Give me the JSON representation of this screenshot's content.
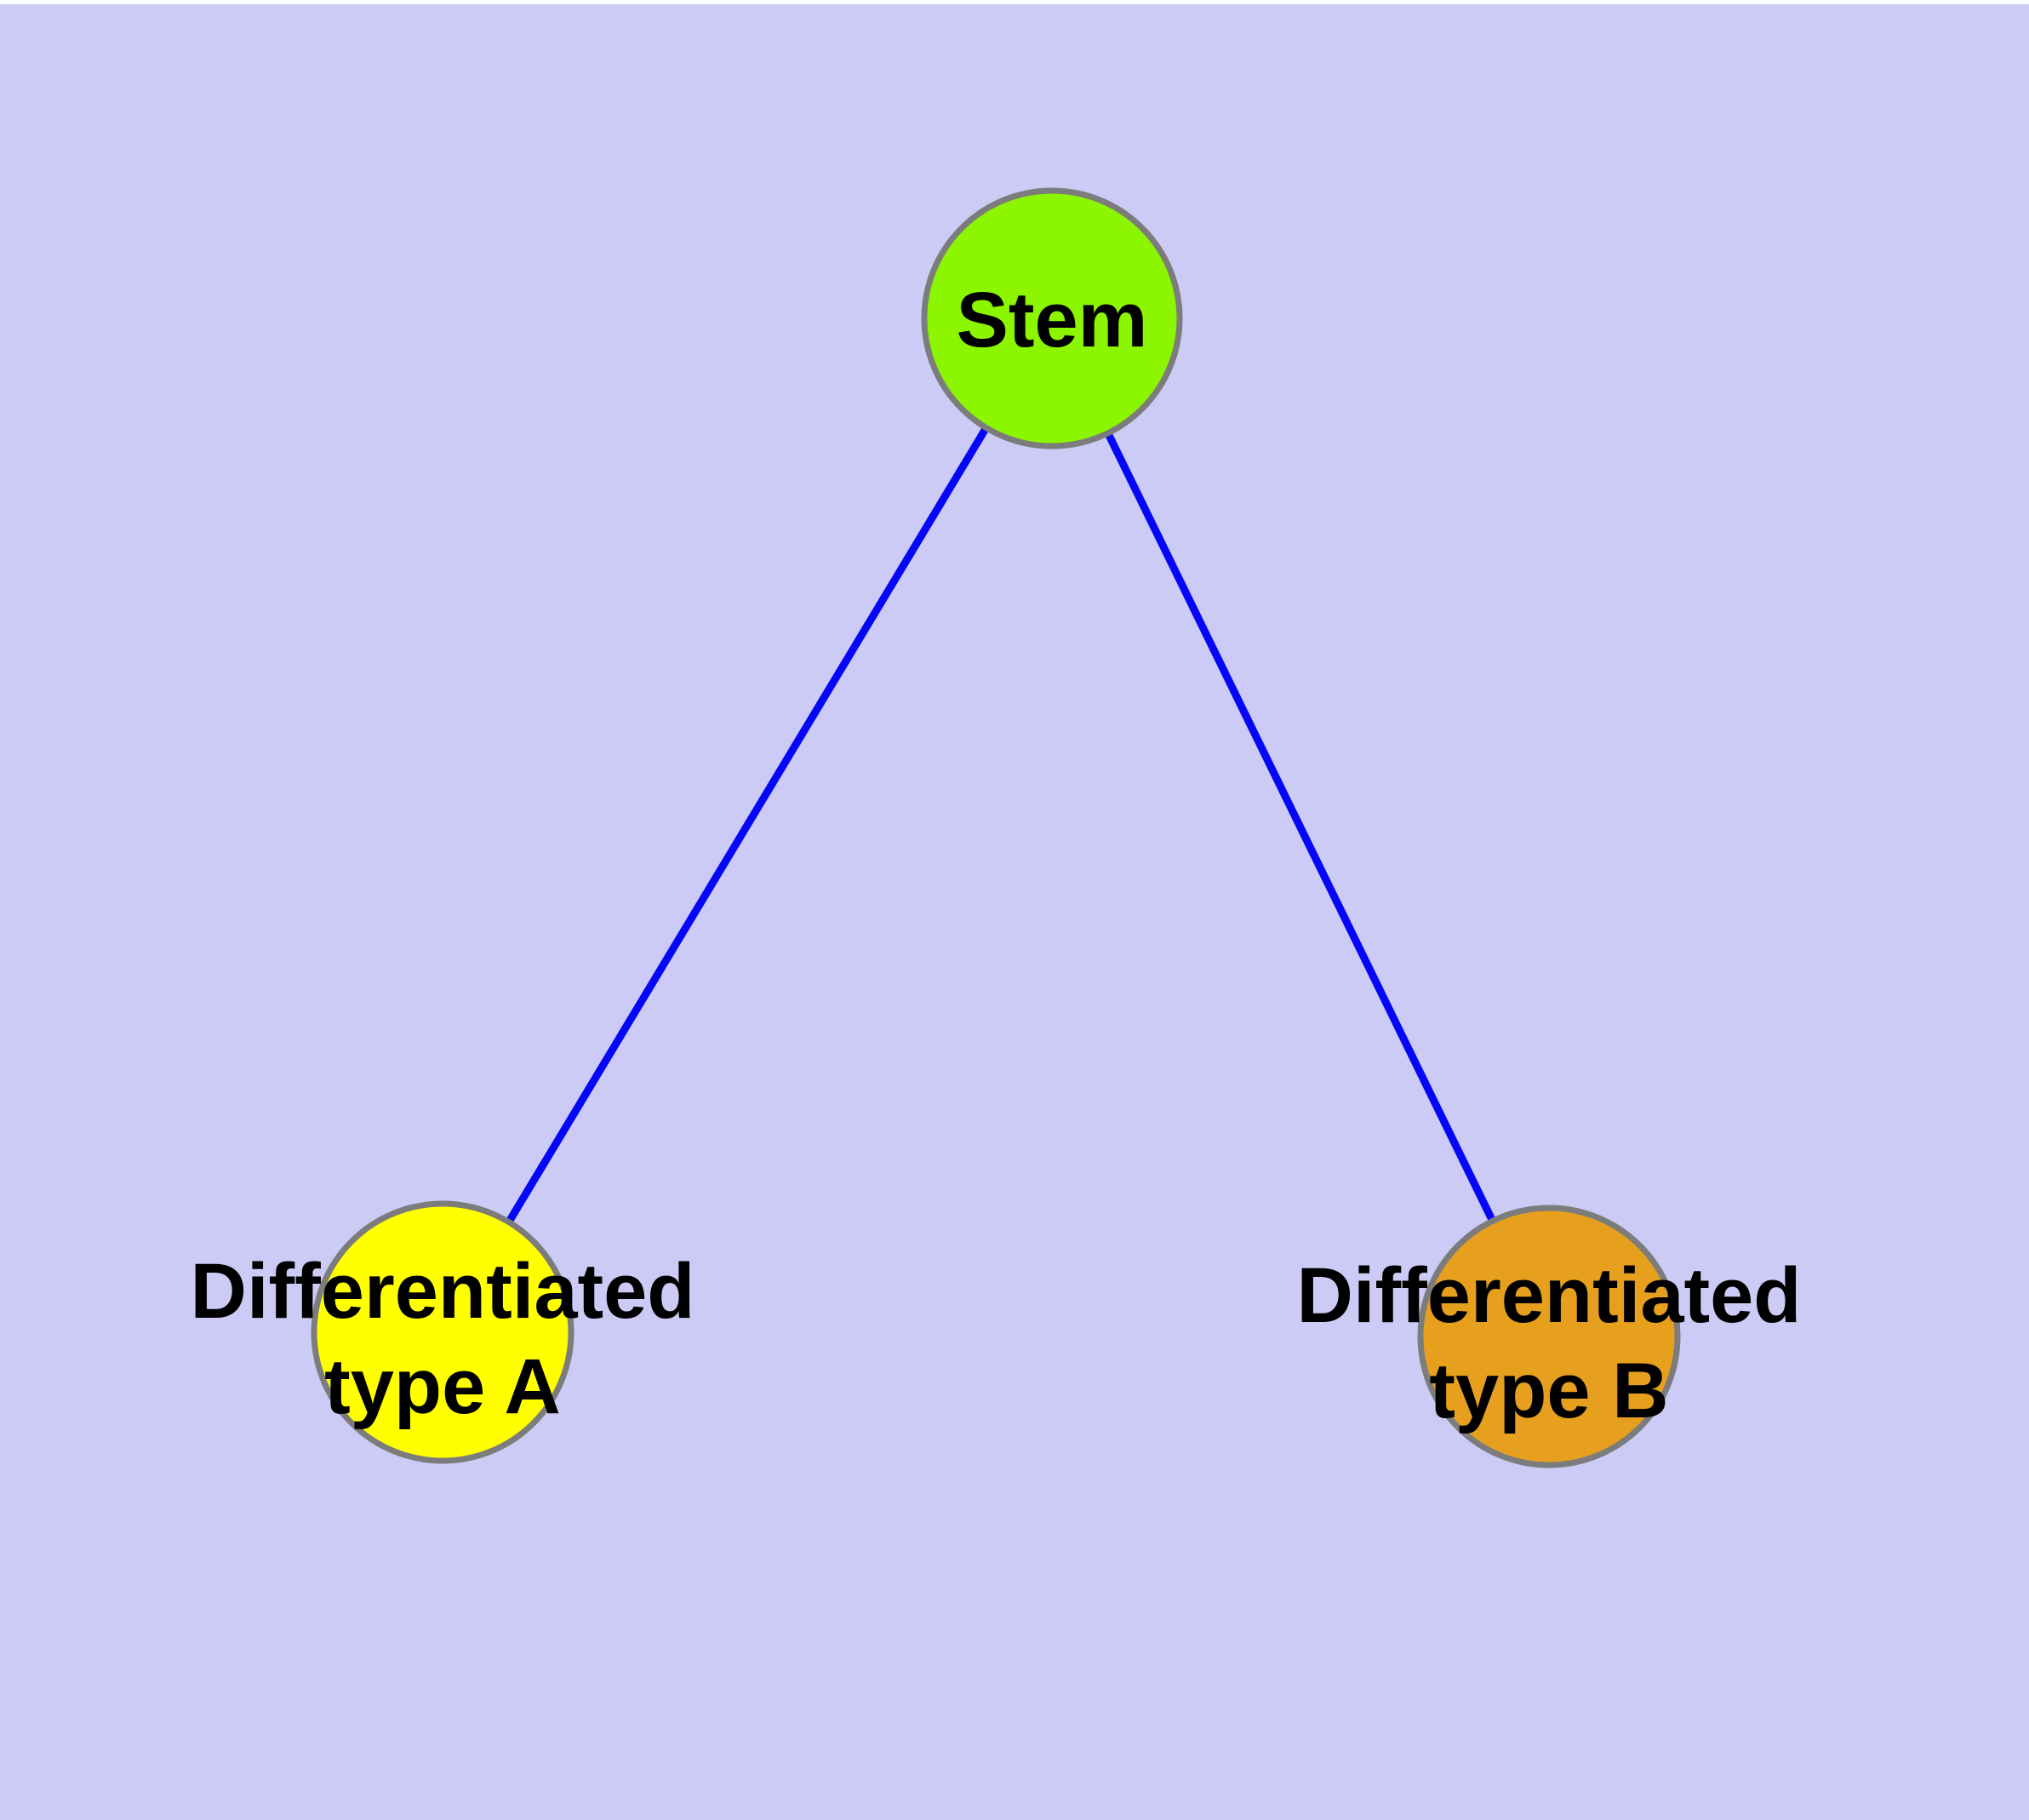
{
  "window": {
    "background_color": "#CBCBF6"
  },
  "diagram": {
    "type": "node-link-graph",
    "description": "Cell differentiation hierarchy: one stem node connected to two differentiated type nodes",
    "nodes": [
      {
        "id": "stem",
        "label": "Stem",
        "fill": "#8CF500",
        "border_color": "#7C7C7C",
        "text_color": "#000000",
        "shape": "circle"
      },
      {
        "id": "differentiated-type-a",
        "label": "Differentiated type A",
        "label_line1": "Differentiated",
        "label_line2": "type A",
        "fill": "#FFFF00",
        "border_color": "#7C7C7C",
        "text_color": "#000000",
        "shape": "circle"
      },
      {
        "id": "differentiated-type-b",
        "label": "Differentiated type B",
        "label_line1": "Differentiated",
        "label_line2": "type B",
        "fill": "#E6A01E",
        "border_color": "#7C7C7C",
        "text_color": "#000000",
        "shape": "circle"
      }
    ],
    "edges": [
      {
        "from": "Stem",
        "to": "Differentiated type A",
        "color": "#0505F8"
      },
      {
        "from": "Stem",
        "to": "Differentiated type B",
        "color": "#0505F8"
      }
    ]
  }
}
